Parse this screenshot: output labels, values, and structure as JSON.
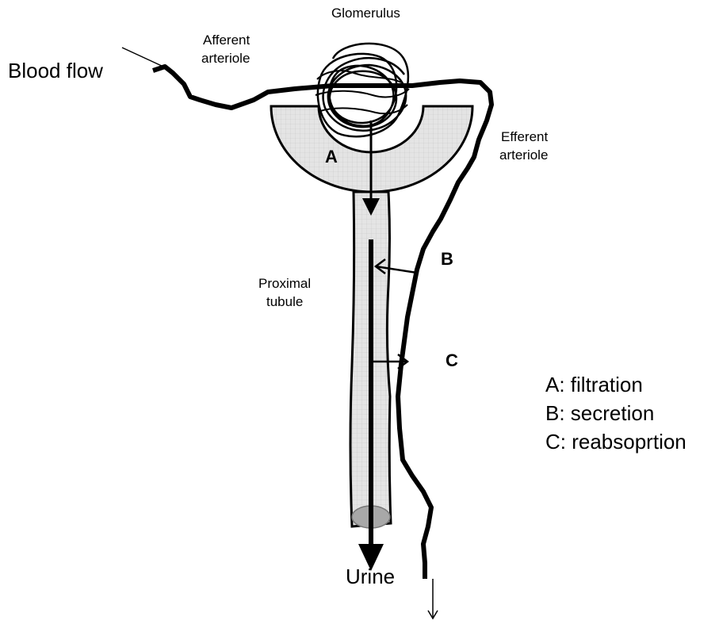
{
  "labels": {
    "glomerulus": "Glomerulus",
    "afferent_line1": "Afferent",
    "afferent_line2": "arteriole",
    "blood_flow": "Blood flow",
    "efferent_line1": "Efferent",
    "efferent_line2": "arteriole",
    "proximal_line1": "Proximal",
    "proximal_line2": "tubule",
    "urine": "Urine",
    "A": "A",
    "B": "B",
    "C": "C"
  },
  "legend": [
    "A: filtration",
    "B: secretion",
    "C: reabsoprtion"
  ],
  "colors": {
    "structure_fill": "#e4e4e4",
    "grid": "#c8c8c8",
    "stroke": "#000000",
    "ellipse_fill": "#a8a8a8"
  }
}
